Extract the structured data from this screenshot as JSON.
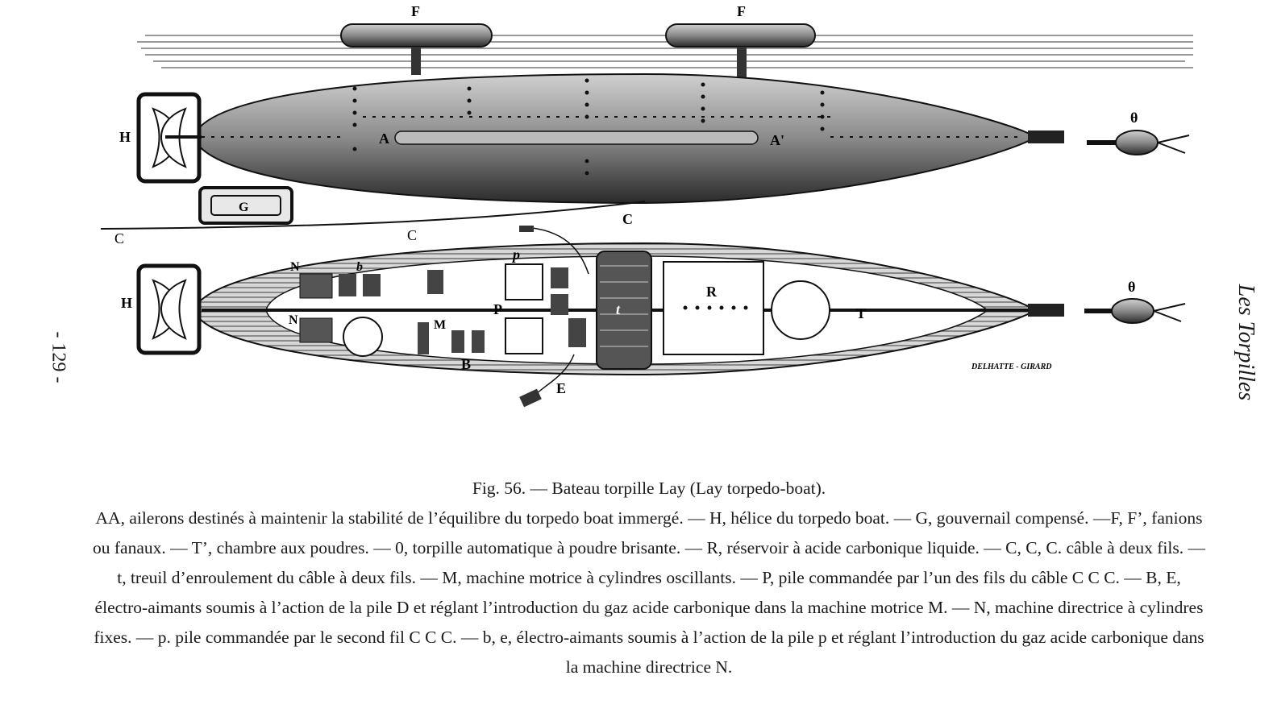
{
  "page": {
    "page_number": "- 129 -",
    "running_title": "Les Torpilles"
  },
  "figure": {
    "labels": {
      "F": "F",
      "F2": "F",
      "H_top": "H",
      "A": "A",
      "A2": "A'",
      "G": "G",
      "C_top": "C",
      "C_left": "C",
      "C_mid": "C",
      "theta_top": "θ",
      "H_bottom": "H",
      "N1": "N",
      "N2": "N",
      "b": "b",
      "p": "p",
      "P": "P",
      "M": "M",
      "B": "B",
      "E": "E",
      "t": "t",
      "R": "R",
      "T": "T",
      "theta_bottom": "θ"
    },
    "engraver_signature": "DELHATTE - GIRARD"
  },
  "caption": {
    "title": "Fig. 56. — Bateau torpille Lay (Lay torpedo-boat).",
    "body": "AA, ailerons destinés à maintenir la stabilité de l’équilibre du torpedo boat immergé. — H, hélice du torpedo boat. — G, gouvernail compensé. —F, F’, fanions ou fanaux. — T’, chambre aux poudres. — 0, torpille automatique à poudre brisante. — R, réservoir à acide carbonique liquide. — C, C, C. câble à deux fils. — t, treuil d’enroulement du câble à deux fils. — M, machine motrice à cylindres oscillants. — P, pile commandée par l’un des fils du câble C C C. — B, E, électro-aimants soumis à l’action de la pile D et réglant l’introduction du gaz acide carbonique dans la machine motrice M. — N, machine directrice à cylindres fixes. — p. pile commandée par le second fil C C C. — b, e, électro-aimants soumis à l’action de la pile p et réglant l’introduction du gaz acide carbonique dans la machine directrice N."
  }
}
